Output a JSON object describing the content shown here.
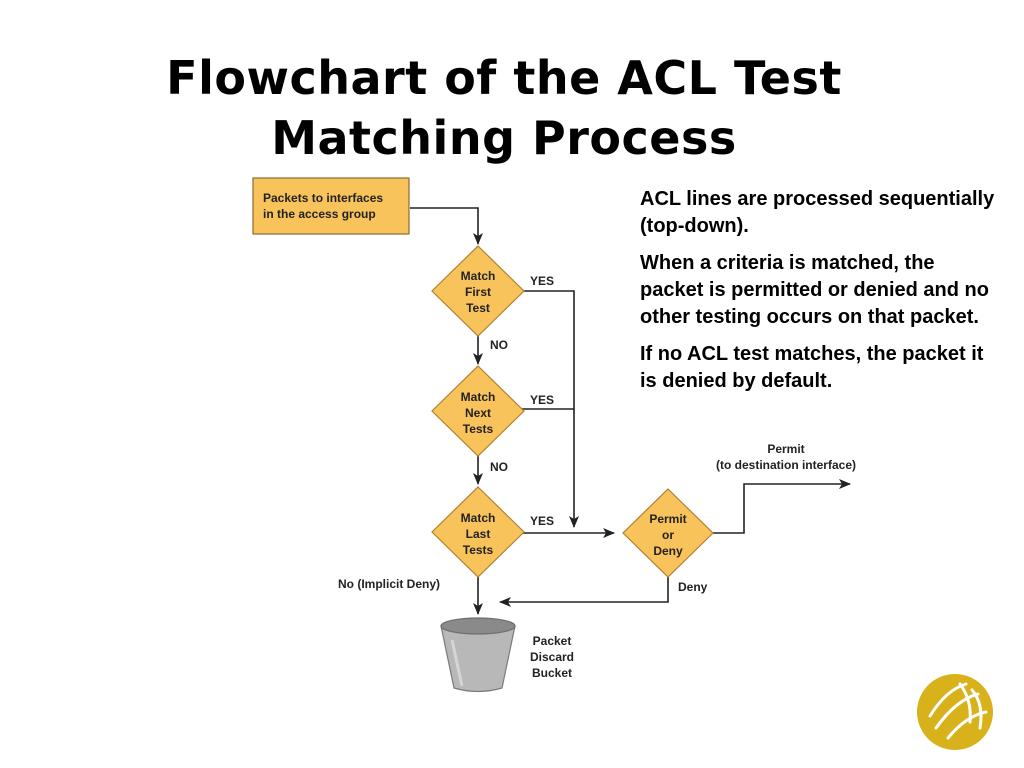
{
  "slide": {
    "title_line1": "Flowchart of the ACL Test",
    "title_line2": "Matching Process"
  },
  "notes": [
    "ACL lines are processed sequentially (top-down).",
    "When a criteria is matched, the packet is permitted or denied and no other testing occurs on that packet.",
    "If no ACL test matches, the packet it is denied by default."
  ],
  "flowchart": {
    "start_box": [
      "Packets to interfaces",
      "in the access group"
    ],
    "decision_first": [
      "Match",
      "First",
      "Test"
    ],
    "decision_next": [
      "Match",
      "Next",
      "Tests"
    ],
    "decision_last": [
      "Match",
      "Last",
      "Tests"
    ],
    "decision_permit": [
      "Permit",
      "or",
      "Deny"
    ],
    "label_yes": "YES",
    "label_no": "NO",
    "label_implicit_deny": "No (Implicit Deny)",
    "label_deny": "Deny",
    "label_permit": [
      "Permit",
      "(to destination interface)"
    ],
    "bucket_label": [
      "Packet",
      "Discard",
      "Bucket"
    ]
  },
  "colors": {
    "node_fill": "#F9C35C",
    "node_stroke": "#B08030",
    "bucket_fill": "#B8B8B8",
    "bucket_rim": "#8A8A8A",
    "logo": "#D8B21A"
  },
  "icons": {
    "bucket": "trash-bucket-icon",
    "logo": "publisher-logo-icon"
  }
}
